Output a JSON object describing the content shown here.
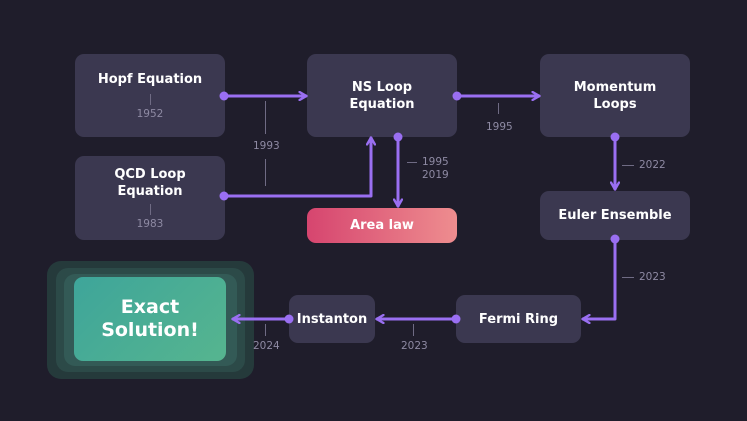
{
  "nodes": {
    "hopf": {
      "title": "Hopf Equation",
      "year": "1952"
    },
    "qcd": {
      "title": "QCD Loop Equation",
      "year": "1983"
    },
    "ns": {
      "title": "NS Loop Equation"
    },
    "momentum": {
      "title": "Momentum Loops"
    },
    "euler": {
      "title": "Euler Ensemble"
    },
    "fermi": {
      "title": "Fermi Ring"
    },
    "instanton": {
      "title": "Instanton"
    },
    "area": {
      "title": "Area law"
    },
    "exact": {
      "title": "Exact Solution!"
    }
  },
  "edge_labels": {
    "qcd_to_ns": "1993",
    "ns_to_momentum": "1995",
    "ns_to_area": [
      "1995",
      "2019"
    ],
    "momentum_to_euler": "2022",
    "euler_to_fermi": "2023",
    "fermi_to_instanton": "2023",
    "instanton_to_exact": "2024"
  },
  "colors": {
    "background": "#1f1d2b",
    "node": "#3b3850",
    "edge": "#9a6ff2",
    "area_gradient": [
      "#d6456f",
      "#ee8d8f"
    ],
    "exact_gradient": [
      "#3ea59a",
      "#56b58f"
    ]
  }
}
